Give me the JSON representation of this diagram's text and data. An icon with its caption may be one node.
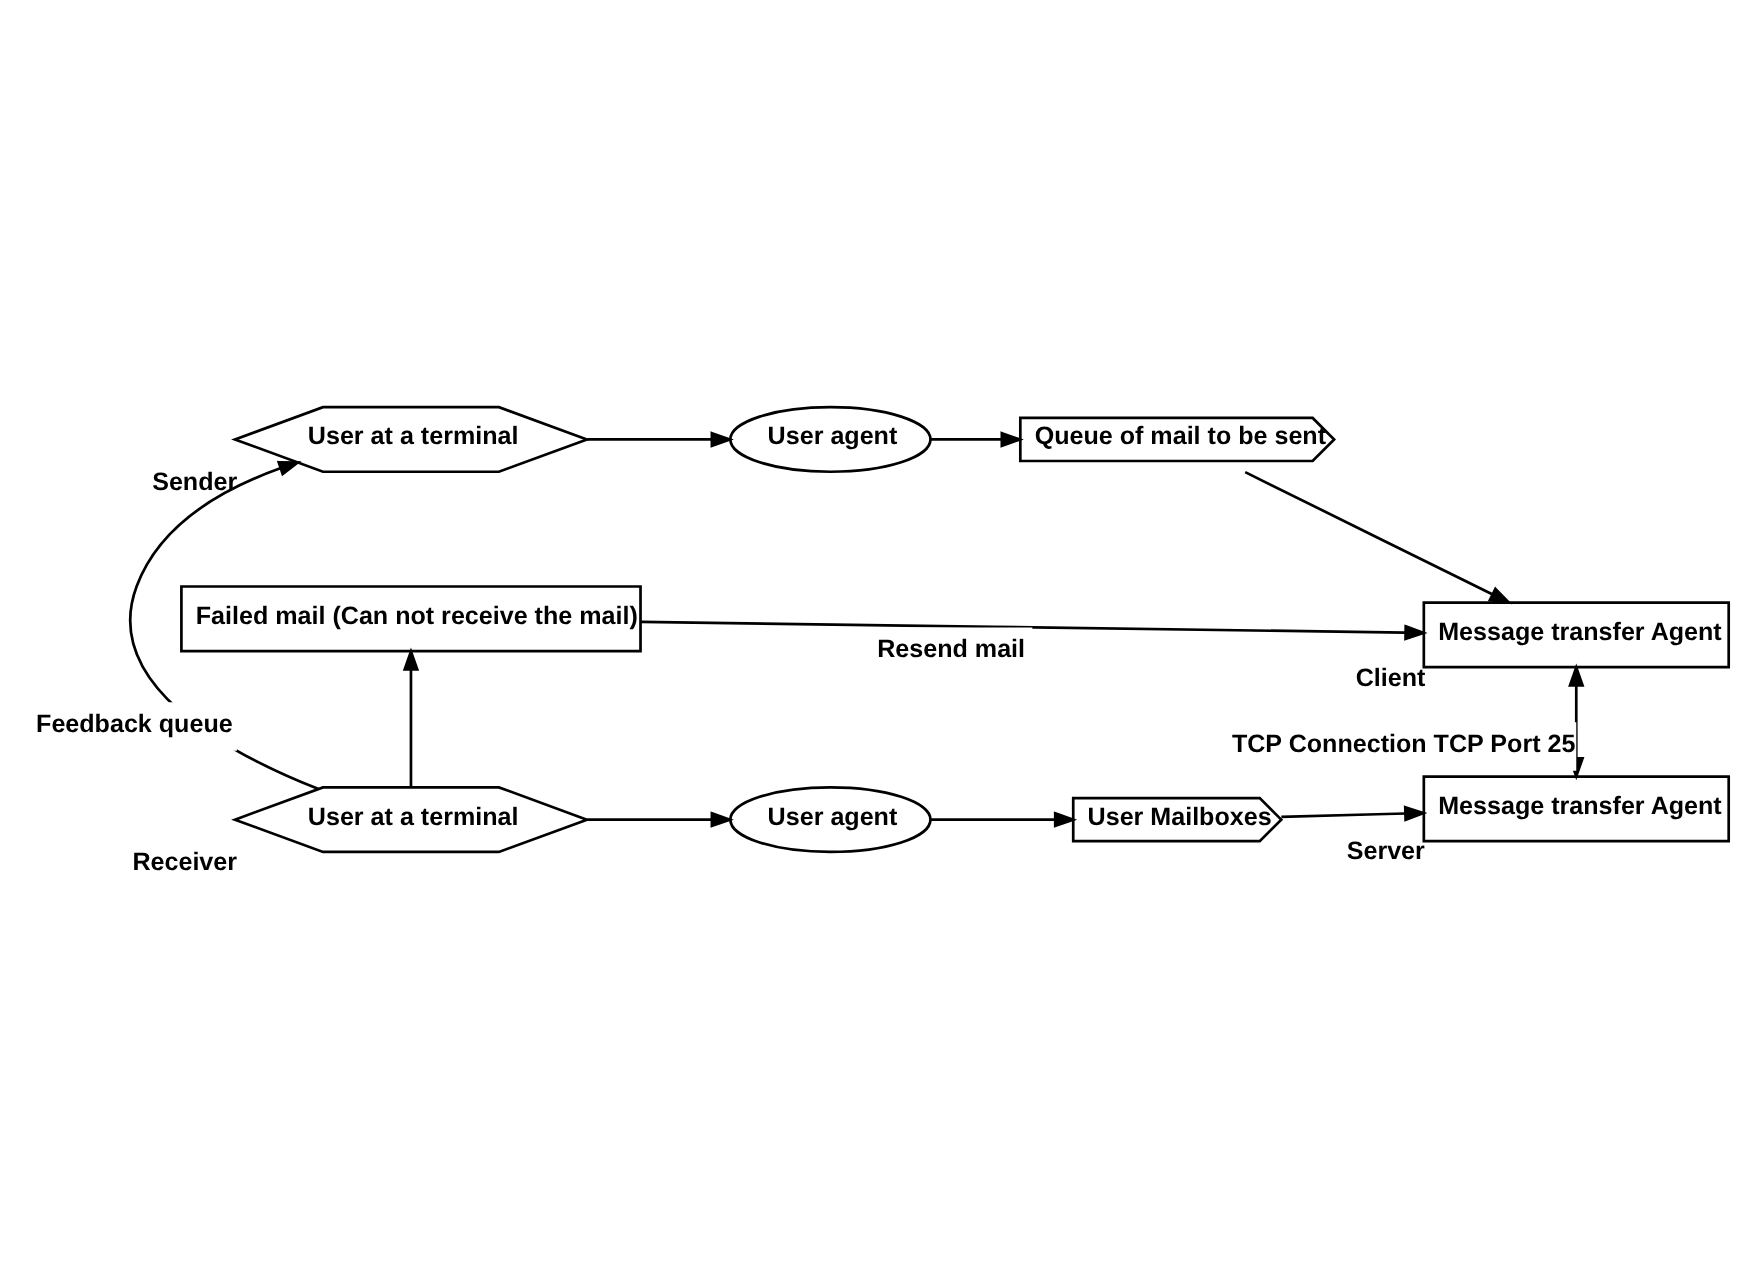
{
  "diagram": {
    "nodes": [
      {
        "text": [
          "User at a terminal"
        ],
        "beside": [
          "Sender"
        ]
      },
      {
        "text": [
          "User agent"
        ]
      },
      {
        "text": [
          "Queue of mail to be sent"
        ]
      },
      {
        "text": [
          "Message transfer Agent"
        ],
        "beside": [
          "Client"
        ]
      },
      {
        "text": [
          "User at a terminal"
        ],
        "beside": [
          "Receiver"
        ]
      },
      {
        "text": [
          "User agent"
        ]
      },
      {
        "text": [
          "User Mailboxes"
        ]
      },
      {
        "text": [
          "Message transfer Agent"
        ],
        "beside": [
          "Server"
        ]
      },
      {
        "text": [
          "Failed mail (Can not receive the mail)"
        ]
      }
    ],
    "edges": [
      {
        "from": 0,
        "to": 1,
        "arrow": "to"
      },
      {
        "from": 1,
        "to": 2,
        "arrow": "to"
      },
      {
        "from": 2,
        "to": 3,
        "arrow": "to"
      },
      {
        "from": 3,
        "to": 7,
        "arrow": "both",
        "label": "TCP Connection TCP Port 25"
      },
      {
        "from": 4,
        "to": 5,
        "arrow": "to"
      },
      {
        "from": 5,
        "to": 6,
        "arrow": "to"
      },
      {
        "from": 6,
        "to": 7,
        "arrow": "to"
      },
      {
        "from": 4,
        "to": 8,
        "arrow": "to"
      },
      {
        "from": 8,
        "to": 3,
        "arrow": "to",
        "label": "Resend mail"
      },
      {
        "from": 4,
        "to": 0,
        "arrow": "to",
        "label": "Feedback queue"
      }
    ]
  }
}
